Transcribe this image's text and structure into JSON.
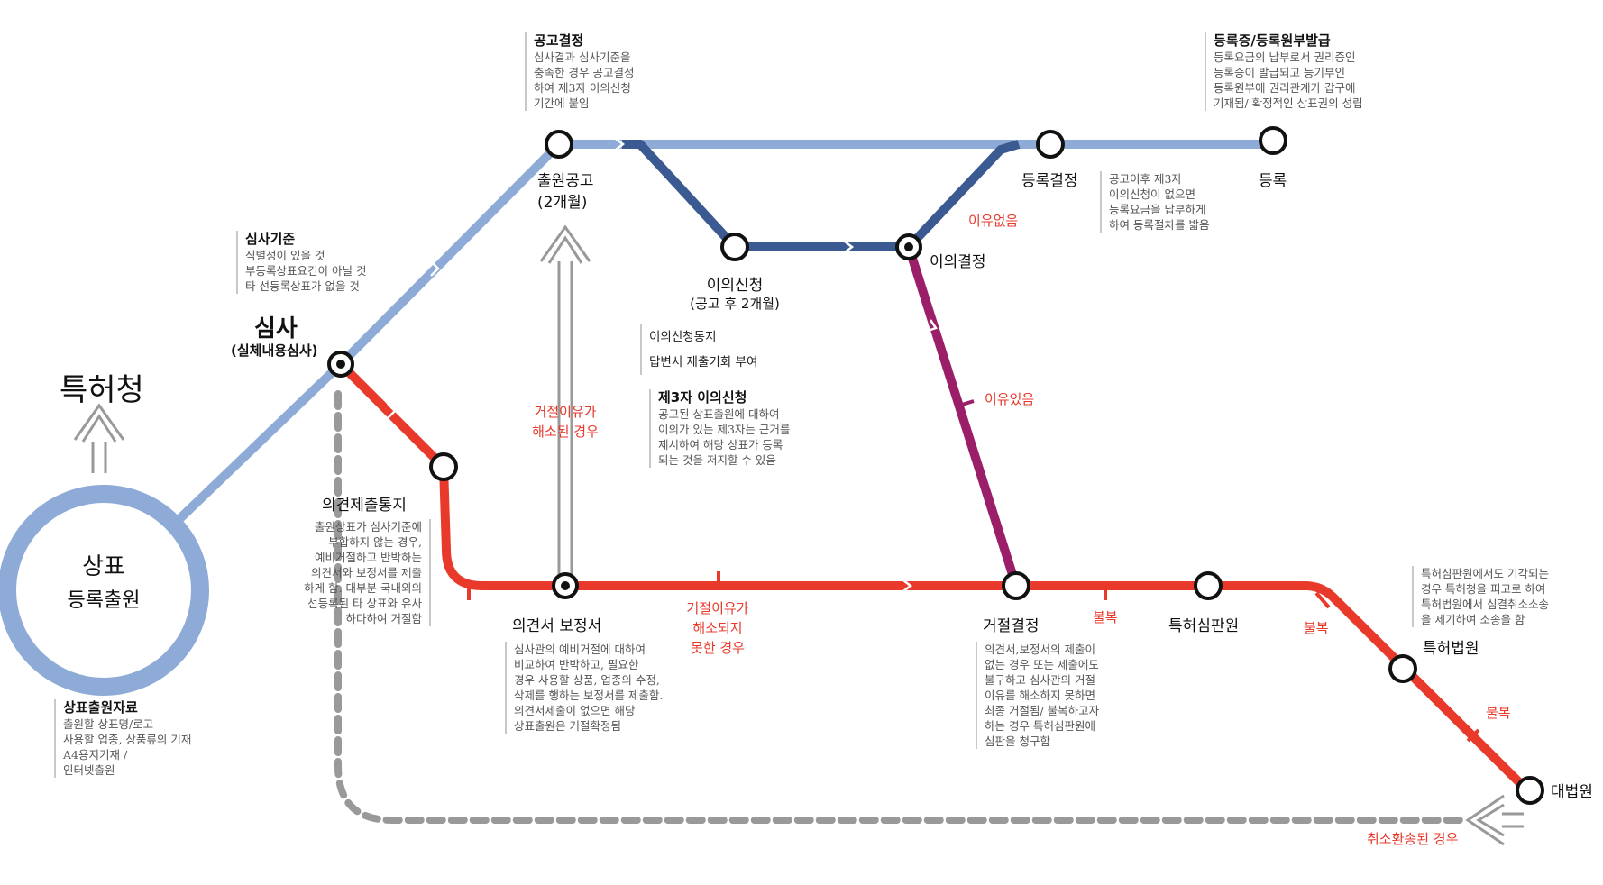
{
  "colors": {
    "blue_light": "#8eaad6",
    "blue_dark": "#3b5a91",
    "red": "#e8392b",
    "purple": "#9b1f68",
    "gray": "#999999"
  },
  "labels": {
    "office": "특허청",
    "origin_line1": "상표",
    "origin_line2": "등록출원",
    "exam_title": "심사",
    "exam_sub": "(실체내용심사)",
    "pub_line1": "출원공고",
    "pub_line2": "(2개월)",
    "opp_line1": "이의신청",
    "opp_line2": "(공고 후 2개월)",
    "opp_decision": "이의결정",
    "reg_decision": "등록결정",
    "registration": "등록",
    "opinion_notice": "의견제출통지",
    "opinion_doc": "의견서 보정서",
    "rejection": "거절결정",
    "patent_tribunal": "특허심판원",
    "patent_court": "특허법원",
    "supreme_court": "대법원",
    "no_reason": "이유없음",
    "has_reason": "이유있음",
    "resolved_1": "거절이유가",
    "resolved_2": "해소된 경우",
    "unresolved_1": "거절이유가",
    "unresolved_2": "해소되지",
    "unresolved_3": "못한 경우",
    "appeal_1": "불복",
    "appeal_2": "불복",
    "appeal_3": "불복",
    "remand": "취소환송된 경우"
  },
  "notes": {
    "application": {
      "title": "상표출원자료",
      "lines": [
        "출원할 상표명/로고",
        "사용할 업종, 상품류의 기재",
        "A4용지기재 /",
        "인터넷출원"
      ]
    },
    "criteria": {
      "title": "심사기준",
      "lines": [
        "식별성이 있을 것",
        "부등록상표요건이 아닐 것",
        "타 선등록상표가 없을 것"
      ]
    },
    "publication": {
      "title": "공고결정",
      "lines": [
        "심사결과 심사기준을",
        "충족한 경우 공고결정",
        "하여 제3자 이의신청",
        "기간에 붙임"
      ]
    },
    "certificate": {
      "title": "등록증/등록원부발급",
      "lines": [
        "등록요금의 납부로서 권리증인",
        "등록증이 발급되고 등기부인",
        "등록원부에 권리관계가 갑구에",
        "기재됨/ 확정적인 상표권의 성립"
      ]
    },
    "after_pub": {
      "lines": [
        "공고이후 제3자",
        "이의신청이 없으면",
        "등록요금을 납부하게",
        "하여 등록절차를 밟음"
      ]
    },
    "opp_notice": {
      "lines": [
        "이의신청통지",
        "답변서 제출기회 부여"
      ]
    },
    "third_party": {
      "title": "제3자 이의신청",
      "lines": [
        "공고된 상표출원에 대하여",
        "이의가 있는 제3자는 근거를",
        "제시하여 해당 상표가 등록",
        "되는 것을 저지할 수 있음"
      ]
    },
    "opinion_notice": {
      "lines": [
        "출원상표가 심사기준에",
        "부합하지 않는 경우,",
        "예비거절하고 반박하는",
        "의견서와 보정서를 제출",
        "하게 함. 대부분 국내외의",
        "선등록된 타 상표와 유사",
        "하다하여 거절함"
      ]
    },
    "opinion_doc": {
      "lines": [
        "심사관의 예비거절에 대하여",
        "비교하여 반박하고, 필요한",
        "경우 사용할 상품, 업종의 수정,",
        "삭제를 행하는 보정서를 제출함.",
        "의견서제출이 없으면 해당",
        "상표출원은 거절확정됨"
      ]
    },
    "rejection": {
      "lines": [
        "의견서,보정서의 제출이",
        "없는 경우 또는 제출에도",
        "불구하고 심사관의 거절",
        "이유를 해소하지 못하면",
        "최종 거절됨/ 불복하고자",
        "하는 경우 특허심판원에",
        "심판을 청구함"
      ]
    },
    "court": {
      "lines": [
        "특허심판원에서도 기각되는",
        "경우 특허청을 피고로 하여",
        "특허법원에서 심결취소소송",
        "을 제기하여 소송을 함"
      ]
    }
  }
}
